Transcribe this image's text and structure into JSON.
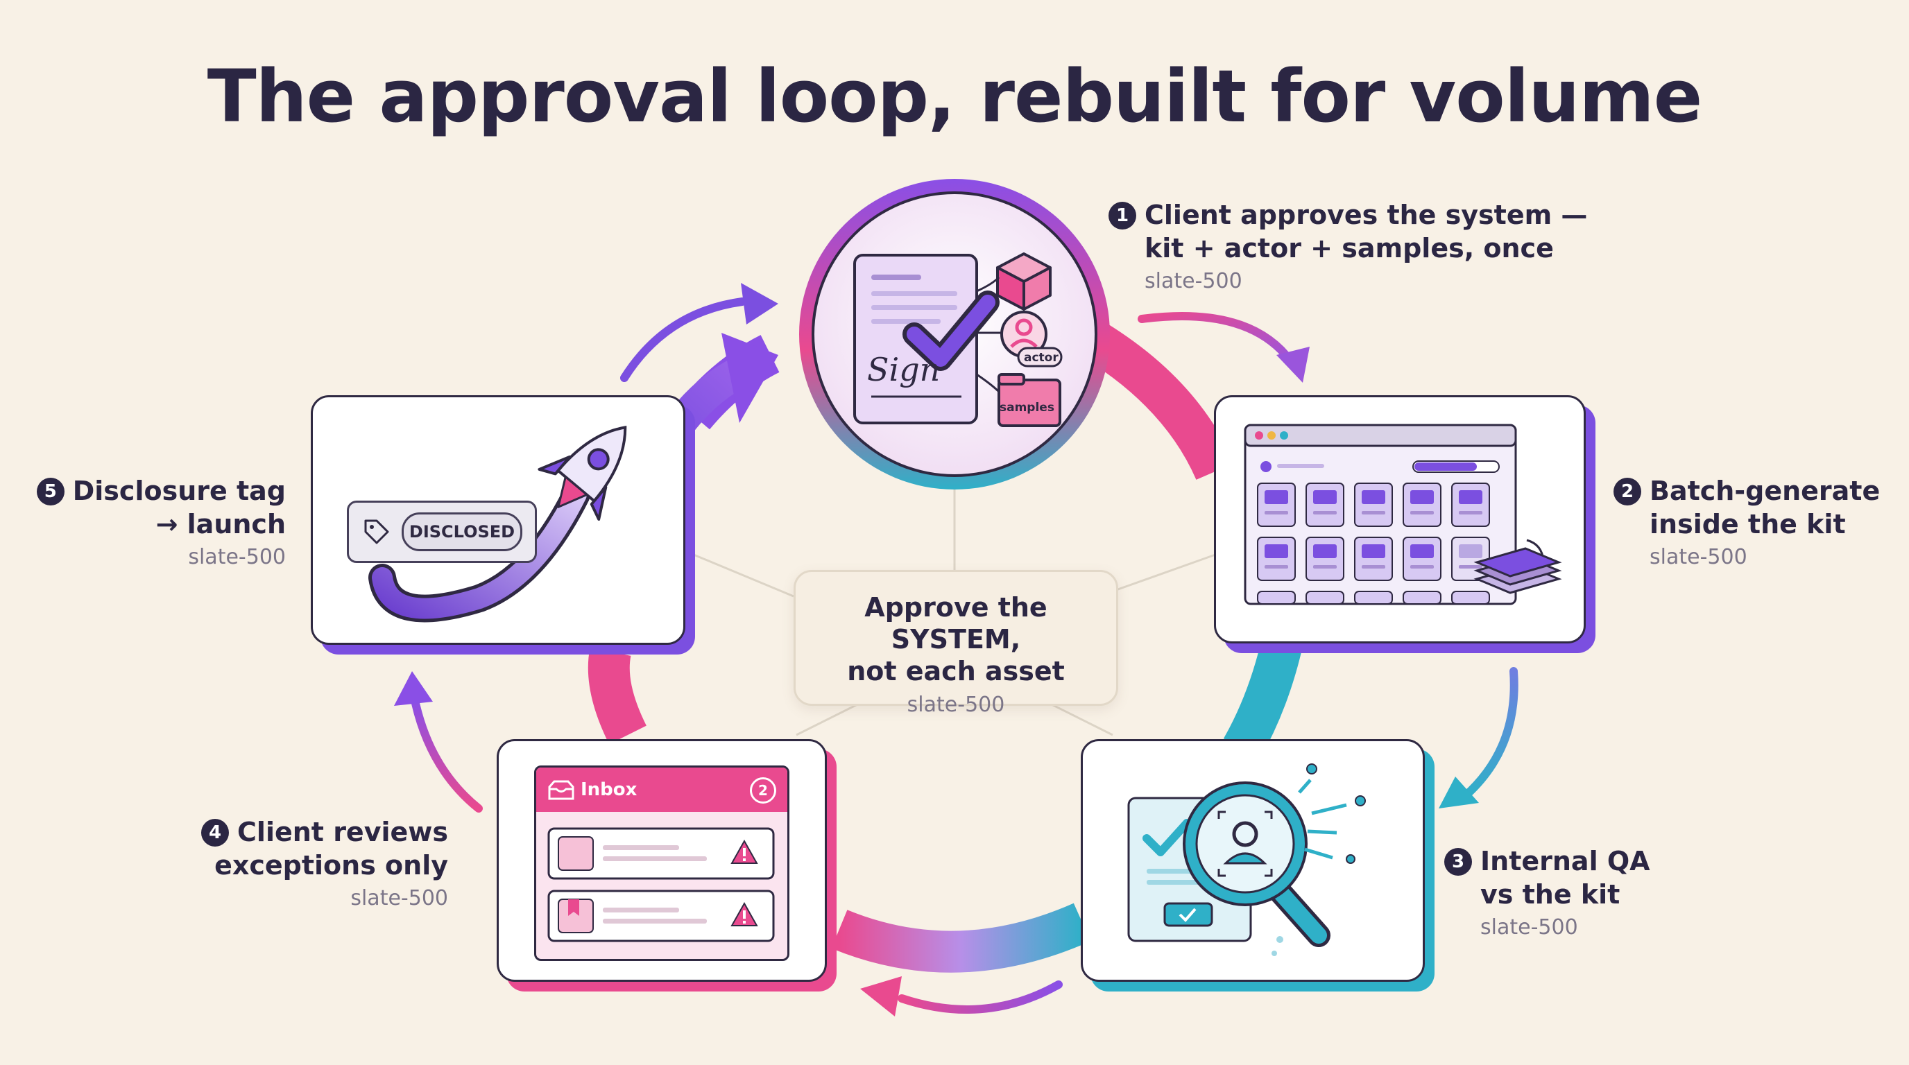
{
  "title": "The approval loop, rebuilt for volume",
  "center": {
    "main_line1": "Approve the SYSTEM,",
    "main_line2": "not each asset",
    "sub": "slate-500"
  },
  "steps": [
    {
      "num": "1",
      "line1": "Client approves the system —",
      "line2": "kit + actor + samples, once",
      "sub": "slate-500"
    },
    {
      "num": "2",
      "line1": "Batch-generate",
      "line2": "inside the kit",
      "sub": "slate-500"
    },
    {
      "num": "3",
      "line1": "Internal QA",
      "line2": "vs the kit",
      "sub": "slate-500"
    },
    {
      "num": "4",
      "line1": "Client reviews",
      "line2": "exceptions only",
      "sub": "slate-500"
    },
    {
      "num": "5",
      "line1": "Disclosure tag",
      "line2": "→ launch",
      "sub": "slate-500"
    }
  ],
  "icons": {
    "contract": {
      "signature": "Sign",
      "actor": "actor",
      "samples": "samples"
    },
    "tag": {
      "label": "DISCLOSED"
    },
    "inbox": {
      "title": "Inbox",
      "count": "2"
    }
  },
  "colors": {
    "purple": "#7b4fe0",
    "magenta": "#e94a8f",
    "teal": "#2fb0c8",
    "dark": "#2b2643",
    "background": "#f8f1e6"
  }
}
